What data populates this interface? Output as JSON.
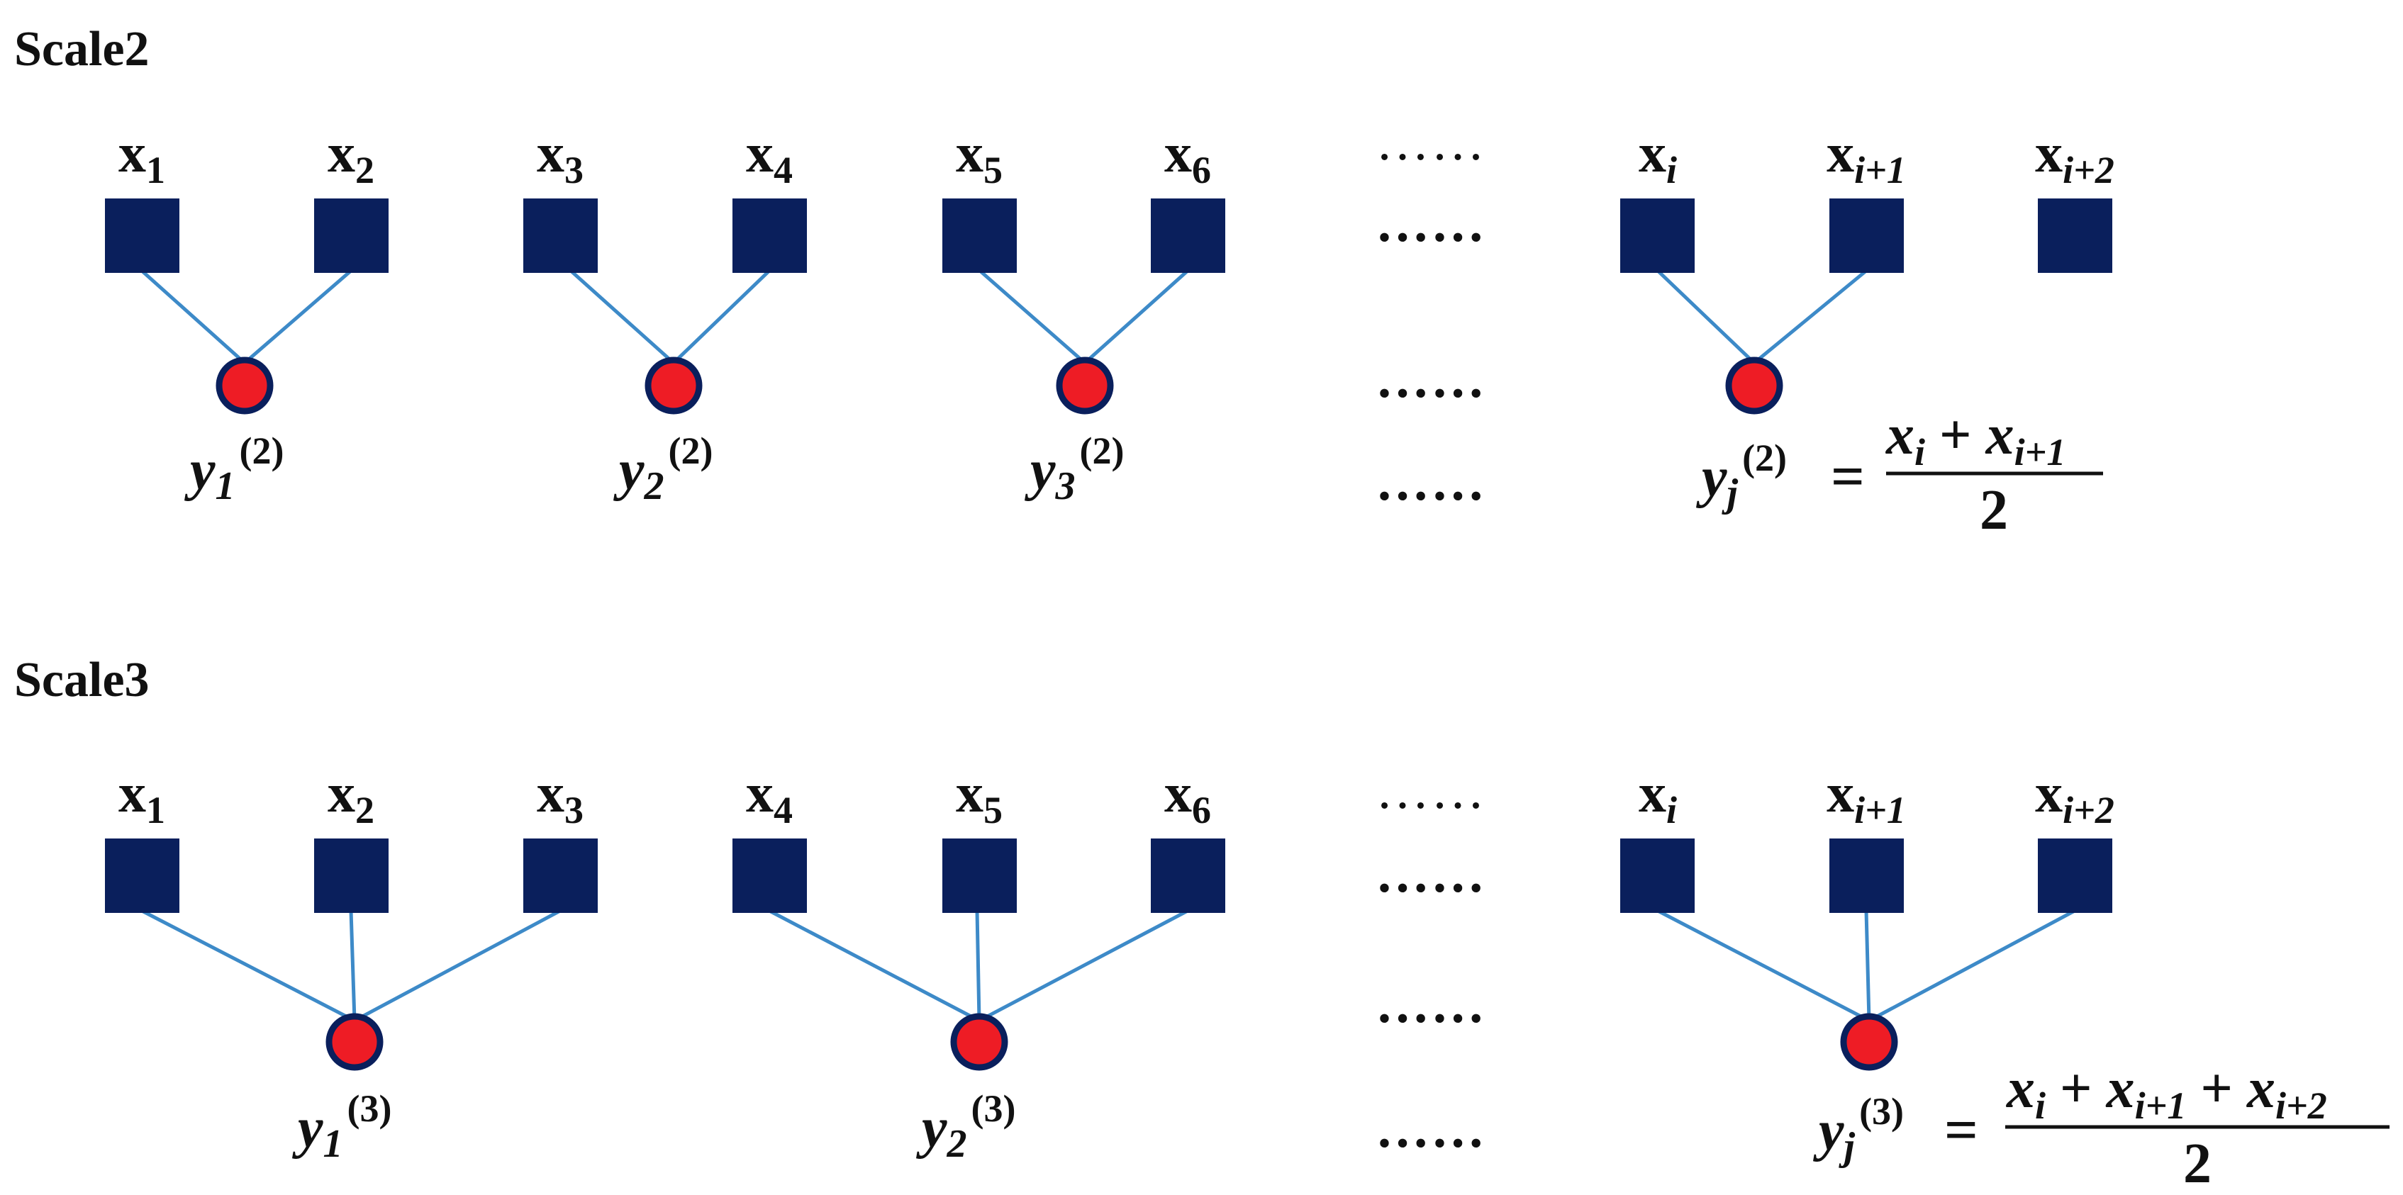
{
  "scale2": {
    "heading": "Scale2",
    "inputs": [
      {
        "base": "x",
        "sub": "1",
        "italic_sub": false
      },
      {
        "base": "x",
        "sub": "2",
        "italic_sub": false
      },
      {
        "base": "x",
        "sub": "3",
        "italic_sub": false
      },
      {
        "base": "x",
        "sub": "4",
        "italic_sub": false
      },
      {
        "base": "x",
        "sub": "5",
        "italic_sub": false
      },
      {
        "base": "x",
        "sub": "6",
        "italic_sub": false
      },
      {
        "base": "x",
        "sub": "i",
        "italic_sub": true
      },
      {
        "base": "x",
        "sub": "i+1",
        "italic_sub": true
      },
      {
        "base": "x",
        "sub": "i+2",
        "italic_sub": true
      }
    ],
    "outputs": [
      {
        "base": "y",
        "sub": "1",
        "sup": "(2)"
      },
      {
        "base": "y",
        "sub": "2",
        "sup": "(2)"
      },
      {
        "base": "y",
        "sub": "3",
        "sup": "(2)"
      },
      {
        "base": "y",
        "sub": "j",
        "sup": "(2)"
      }
    ],
    "ellipsis": [
      "……",
      "……",
      "……",
      "……"
    ],
    "formula": {
      "equals": "=",
      "numerator": [
        {
          "base": "x",
          "sub": "i"
        },
        {
          "op": " + "
        },
        {
          "base": "x",
          "sub": "i+1"
        }
      ],
      "denominator": "2"
    }
  },
  "scale3": {
    "heading": "Scale3",
    "inputs": [
      {
        "base": "x",
        "sub": "1",
        "italic_sub": false
      },
      {
        "base": "x",
        "sub": "2",
        "italic_sub": false
      },
      {
        "base": "x",
        "sub": "3",
        "italic_sub": false
      },
      {
        "base": "x",
        "sub": "4",
        "italic_sub": false
      },
      {
        "base": "x",
        "sub": "5",
        "italic_sub": false
      },
      {
        "base": "x",
        "sub": "6",
        "italic_sub": false
      },
      {
        "base": "x",
        "sub": "i",
        "italic_sub": true
      },
      {
        "base": "x",
        "sub": "i+1",
        "italic_sub": true
      },
      {
        "base": "x",
        "sub": "i+2",
        "italic_sub": true
      }
    ],
    "outputs": [
      {
        "base": "y",
        "sub": "1",
        "sup": "(3)"
      },
      {
        "base": "y",
        "sub": "2",
        "sup": "(3)"
      },
      {
        "base": "y",
        "sub": "j",
        "sup": "(3)"
      }
    ],
    "ellipsis": [
      "……",
      "……",
      "……",
      "……"
    ],
    "formula": {
      "equals": "=",
      "numerator": [
        {
          "base": "x",
          "sub": "i"
        },
        {
          "op": " + "
        },
        {
          "base": "x",
          "sub": "i+1"
        },
        {
          "op": " + "
        },
        {
          "base": "x",
          "sub": "i+2"
        }
      ],
      "denominator": "2"
    }
  },
  "colors": {
    "input_node": "#0a1f5c",
    "output_fill": "#ee1c25",
    "output_ring": "#0a1f5c",
    "edge": "#3d8ac8",
    "text": "#111111"
  }
}
